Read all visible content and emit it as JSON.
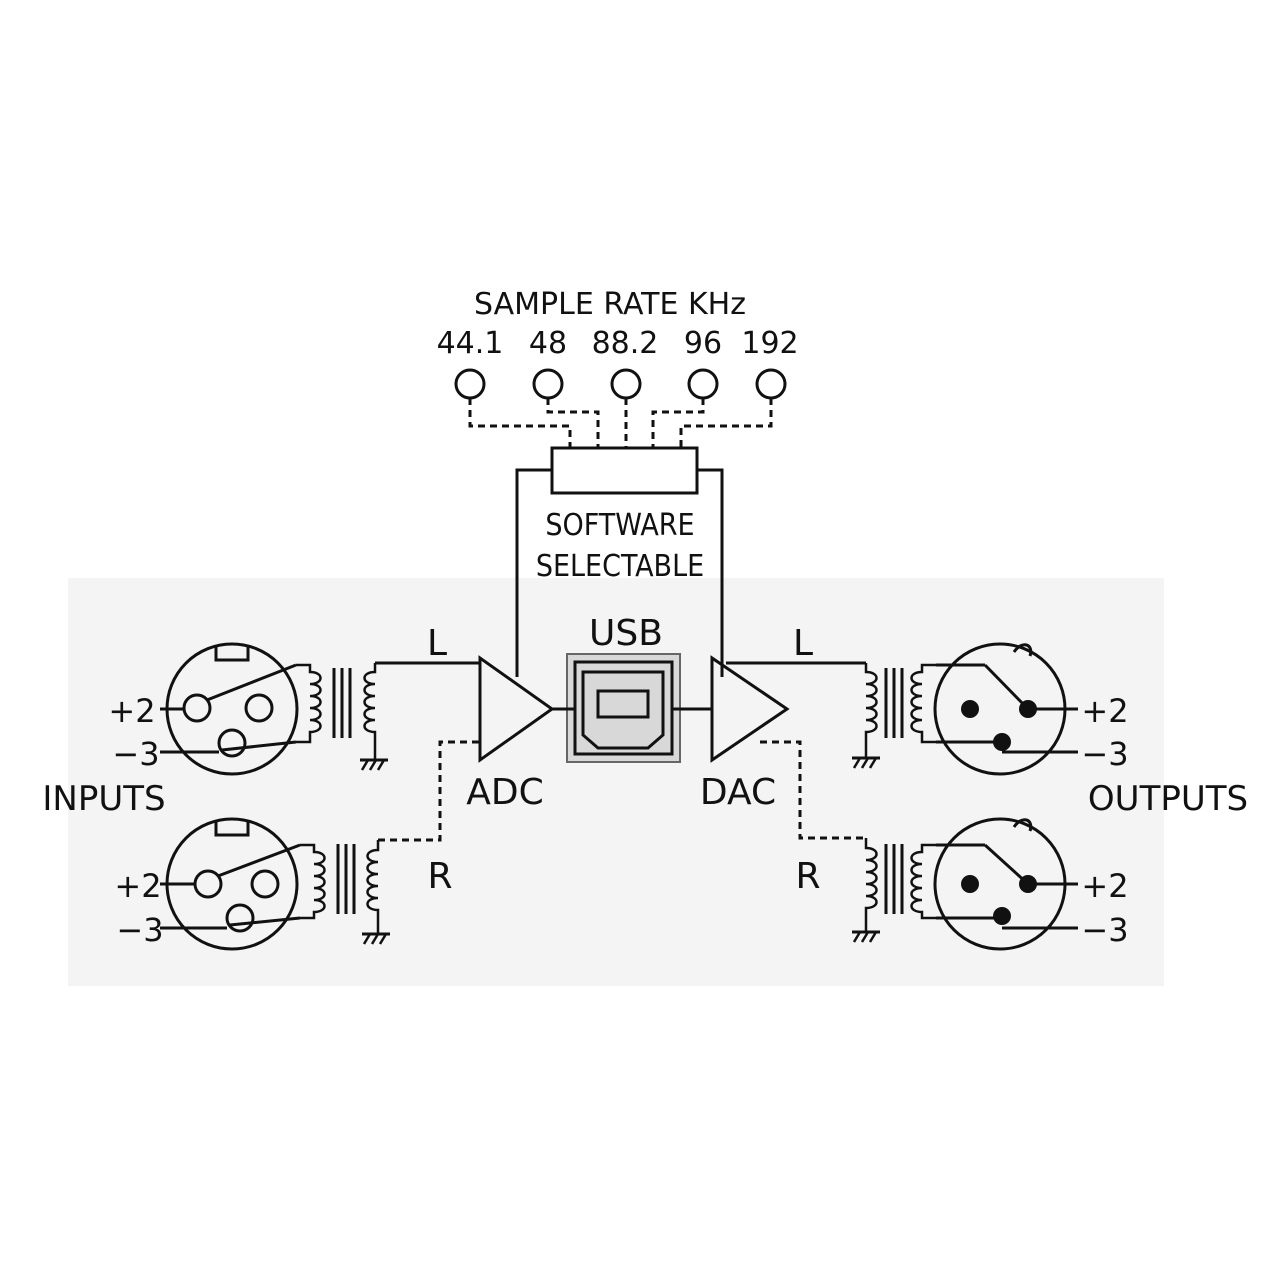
{
  "sample_rate": {
    "title": "SAMPLE RATE  KHz",
    "rates": [
      "44.1",
      "48",
      "88.2",
      "96",
      "192"
    ],
    "selected": "48"
  },
  "software_label_1": "SOFTWARE",
  "software_label_2": "SELECTABLE",
  "usb_label": "USB",
  "adc_label": "ADC",
  "dac_label": "DAC",
  "inputs_label": "INPUTS",
  "outputs_label": "OUTPUTS",
  "channel_left": "L",
  "channel_right": "R",
  "pin_plus": "+2",
  "pin_minus": "−3",
  "colors": {
    "ink": "#111111",
    "panel": "#f4f4f4",
    "selected_fill": "#aaaaaa"
  }
}
